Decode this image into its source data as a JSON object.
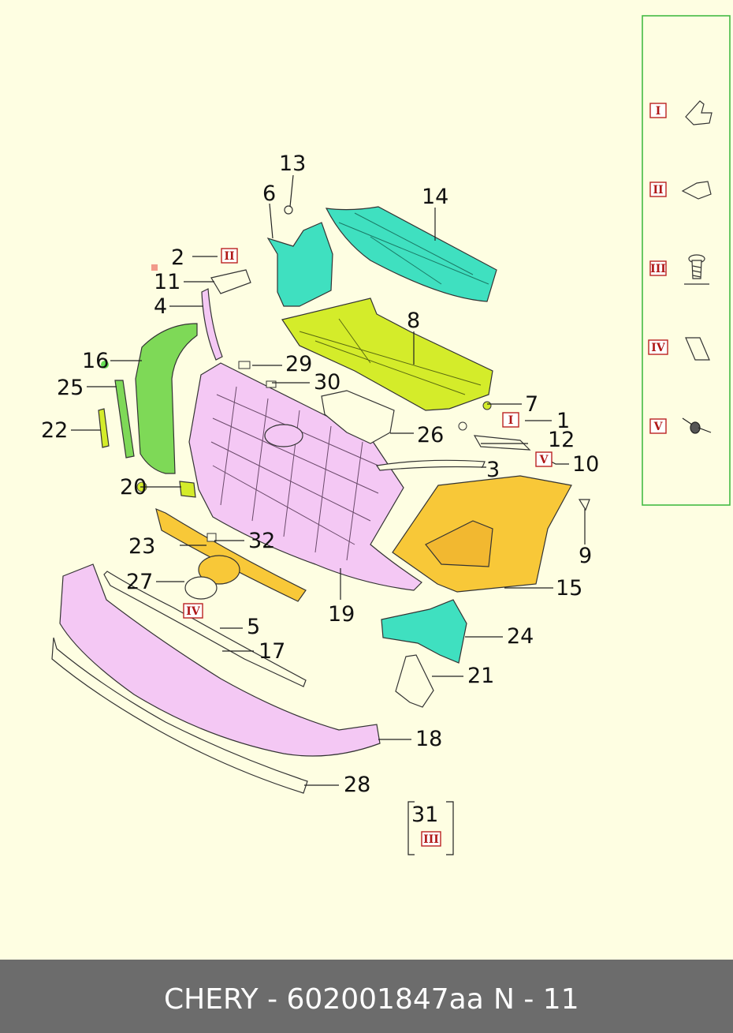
{
  "footer": {
    "brand_part": "CHERY - 602001847aa",
    "sheet": "N - 11"
  },
  "colors": {
    "background": "#fefee2",
    "cyan": "#3fe0c0",
    "yellow_green": "#d4ec2a",
    "pink": "#f4c8f4",
    "orange": "#f8c838",
    "green": "#66dd55",
    "footer": "#6c6c6c",
    "roman_red": "#b01818"
  },
  "callouts": {
    "n1": "1",
    "n2": "2",
    "n3": "3",
    "n4": "4",
    "n5": "5",
    "n6": "6",
    "n7": "7",
    "n8": "8",
    "n9": "9",
    "n10": "10",
    "n11": "11",
    "n12": "12",
    "n13": "13",
    "n14": "14",
    "n15": "15",
    "n16": "16",
    "n17": "17",
    "n18": "18",
    "n19": "19",
    "n20": "20",
    "n21": "21",
    "n22": "22",
    "n23": "23",
    "n24": "24",
    "n25": "25",
    "n26": "26",
    "n27": "27",
    "n28": "28",
    "n29": "29",
    "n30": "30",
    "n31": "31",
    "n32": "32"
  },
  "roman": {
    "I": "I",
    "II": "II",
    "III": "III",
    "IV": "IV",
    "V": "V"
  },
  "legend": {
    "icons": [
      "clip-i-icon",
      "clip-ii-icon",
      "screw-iii-icon",
      "clip-iv-icon",
      "bolt-v-icon"
    ]
  }
}
